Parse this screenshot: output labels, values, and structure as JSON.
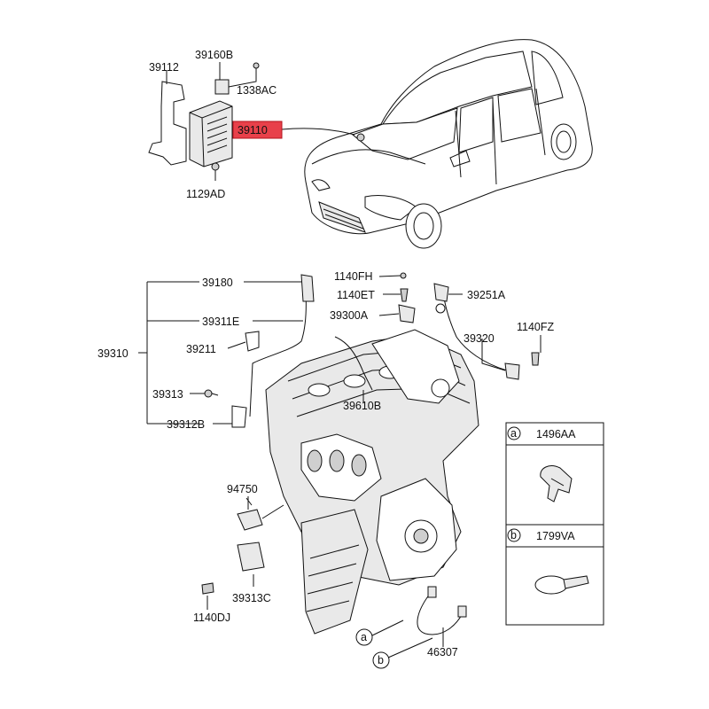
{
  "colors": {
    "highlight_fill": "#e8404a",
    "highlight_border": "#b3141e",
    "line": "#111111",
    "background": "#ffffff"
  },
  "labels": {
    "p39112": "39112",
    "p39160B": "39160B",
    "p1338AC": "1338AC",
    "p39110": "39110",
    "p1129AD": "1129AD",
    "p39180": "39180",
    "p39311E": "39311E",
    "p39310": "39310",
    "p39211": "39211",
    "p39313": "39313",
    "p39312B": "39312B",
    "p1140FH": "1140FH",
    "p1140ET": "1140ET",
    "p39300A": "39300A",
    "p39251A": "39251A",
    "p39320": "39320",
    "p1140FZ": "1140FZ",
    "p39610B": "39610B",
    "p94750": "94750",
    "p39313C": "39313C",
    "p1140DJ": "1140DJ",
    "p46307": "46307",
    "callout_a": "a",
    "callout_b": "b"
  },
  "legend": {
    "a": {
      "letter": "a",
      "part": "1496AA"
    },
    "b": {
      "letter": "b",
      "part": "1799VA"
    }
  }
}
